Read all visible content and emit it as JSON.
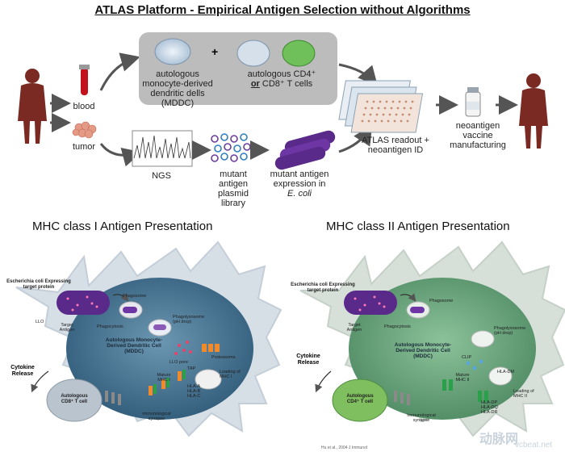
{
  "header": {
    "title": "ATLAS Platform - Empirical Antigen Selection without Algorithms"
  },
  "top": {
    "blood": "blood",
    "tumor": "tumor",
    "mddc": "autologous monocyte-derived dendritic dells (MDDC)",
    "plus": "+",
    "tcells_line1": "autologous CD4⁺",
    "tcells_or": "or",
    "tcells_line2": "CD8⁺ T cells",
    "ngs": "NGS",
    "library": "mutant antigen plasmid library",
    "expression": "mutant antigen expression in",
    "ecoli": "E. coli",
    "atlas": "ATLAS readout + neoantigen ID",
    "vaccine": "neoantigen vaccine manufacturing"
  },
  "mhc1": {
    "title": "MHC class I Antigen Presentation",
    "ecoli_label": "Escherichia coli Expressing target protein",
    "llo": "LLO",
    "target": "Target Antigen",
    "phagocytosis": "Phagocytosis",
    "phagosome": "Phagosome",
    "phagolysosome": "Phagolysosome (pH drop)",
    "llo_pore": "LLO pore",
    "proteasome": "Proteasome",
    "tap": "TAP",
    "cell_label": "Autologous Monocyte-Derived Dendritic Cell (MDDC)",
    "mature": "Mature MHC I",
    "loading": "Loading of MHC I",
    "hla": "HLA-A HLA-B HLA-C",
    "synapse": "immunological synapse",
    "tcell": "Autologous CD8⁺ T cell",
    "cytokine": "Cytokine Release"
  },
  "mhc2": {
    "title": "MHC class II Antigen Presentation",
    "ecoli_label": "Escherichia coli Expressing target protein",
    "target": "Target Antigen",
    "phagocytosis": "Phagocytosis",
    "phagosome": "Phagosome",
    "phagolysosome": "Phagolysosome (pH drop)",
    "clip": "CLIP",
    "cell_label": "Autologous Monocyte-Derived Dendritic Cell (MDDC)",
    "mature": "Mature MHC II",
    "loading": "Loading of MHC II",
    "hla_dm": "HLA-DM",
    "hla": "HLA-DP HLA-DQ HLA-DR",
    "synapse": "Immunological synapse",
    "tcell": "Autologous CD4⁺ T cell",
    "cytokine": "Cytokine Release",
    "citation": "Hu et al., 2004 J Immunol",
    "watermark_cn": "动脉网",
    "watermark_en": "vcbeat.net"
  },
  "colors": {
    "cell1": "#3e6f8f",
    "cell2": "#5f9a72",
    "bacteria": "#5a2a8a",
    "arrow": "#555555"
  }
}
